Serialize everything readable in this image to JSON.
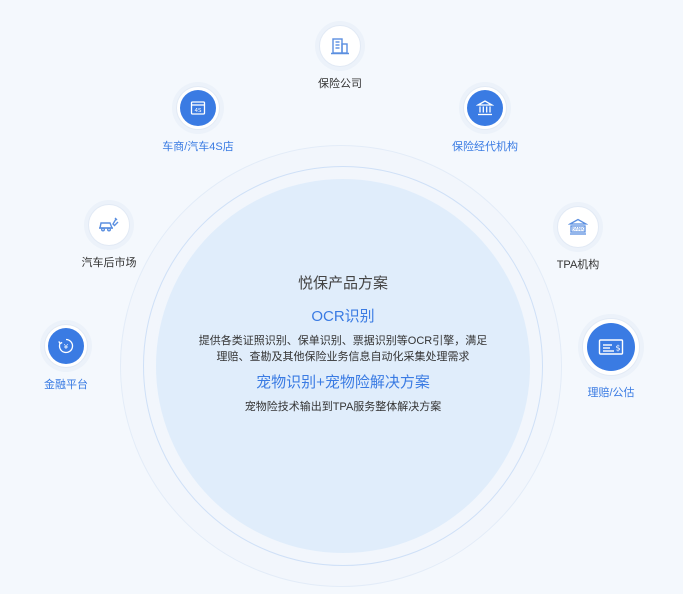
{
  "center": {
    "title": "悦保产品方案",
    "ocr_heading": "OCR识别",
    "ocr_desc": "提供各类证照识别、保单识别、票据识别等OCR引擎，满足理赔、查勘及其他保险业务信息自动化采集处理需求",
    "pet_heading": "宠物识别+宠物险解决方案",
    "pet_desc": "宠物险技术输出到TPA服务整体解决方案"
  },
  "nodes": {
    "insurance_company": {
      "label": "保险公司",
      "icon": "building-icon"
    },
    "car_dealer": {
      "label": "车商/汽车4S店",
      "icon": "4s-store-icon"
    },
    "broker": {
      "label": "保险经代机构",
      "icon": "institution-icon"
    },
    "aftermarket": {
      "label": "汽车后市场",
      "icon": "car-wrench-icon"
    },
    "tpa": {
      "label": "TPA机构",
      "icon": "bank-icon"
    },
    "finance": {
      "label": "金融平台",
      "icon": "finance-icon"
    },
    "claims": {
      "label": "理赔/公估",
      "icon": "check-icon"
    }
  },
  "colors": {
    "accent": "#3a7be3",
    "icon_light": "#5b8fe0",
    "text": "#333333"
  }
}
